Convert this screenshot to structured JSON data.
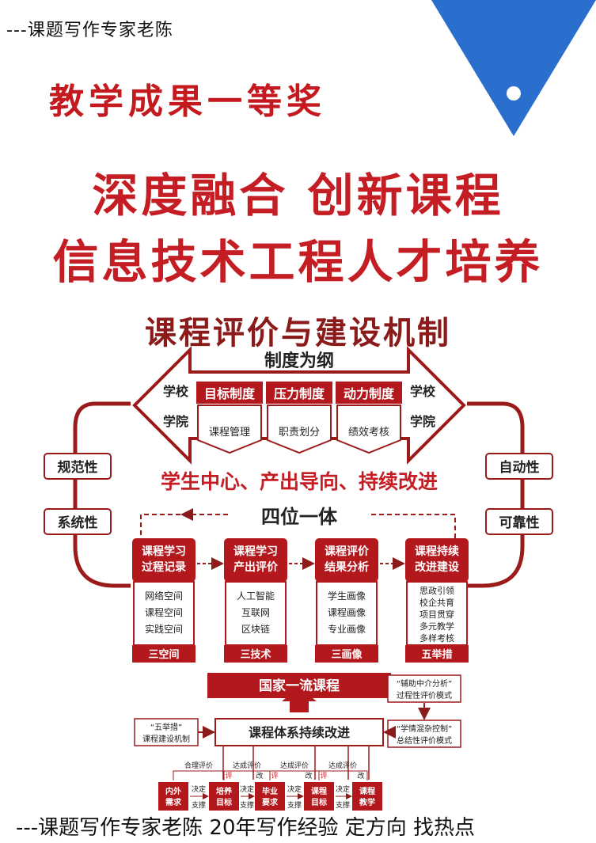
{
  "header_note": "---课题写作专家老陈",
  "award": "教学成果一等奖",
  "headline": [
    "深度融合 创新课程",
    "信息技术工程人才培养"
  ],
  "diagram": {
    "title": "课程评价与建设机制",
    "arrow_title": "制度为纲",
    "left_labels": [
      "学校",
      "学院"
    ],
    "right_labels": [
      "学校",
      "学院"
    ],
    "top_boxes": [
      "目标制度",
      "压力制度",
      "动力制度"
    ],
    "bottom_boxes": [
      "课程管理",
      "职责划分",
      "绩效考核"
    ],
    "side_left": [
      "规范性",
      "系统性"
    ],
    "side_right": [
      "自动性",
      "可靠性"
    ],
    "principle": "学生中心、产出导向、持续改进",
    "integration": "四位一体",
    "columns": [
      {
        "title": [
          "课程学习",
          "过程记录"
        ],
        "items": [
          "网络空间",
          "课程空间",
          "实践空间"
        ],
        "footer": "三空间"
      },
      {
        "title": [
          "课程学习",
          "产出评价"
        ],
        "items": [
          "人工智能",
          "互联网",
          "区块链"
        ],
        "footer": "三技术"
      },
      {
        "title": [
          "课程评价",
          "结果分析"
        ],
        "items": [
          "学生画像",
          "课程画像",
          "专业画像"
        ],
        "footer": "三画像"
      },
      {
        "title": [
          "课程持续",
          "改进建设"
        ],
        "items": [
          "思政引领",
          "校企共育",
          "项目贯穿",
          "多元教学",
          "多样考核"
        ],
        "footer": "五举措"
      }
    ],
    "national": "国家一流课程",
    "continuous": "课程体系持续改进",
    "left_note": [
      "“五举措”",
      "课程建设机制"
    ],
    "right_note_top": [
      "“辅助中介分析”",
      "过程性评价模式"
    ],
    "right_note_bottom": [
      "“学情混杂控制”",
      "总结性评价模式"
    ],
    "flow_nodes": [
      [
        "内外",
        "需求"
      ],
      [
        "培养",
        "目标"
      ],
      [
        "毕业",
        "要求"
      ],
      [
        "课程",
        "目标"
      ],
      [
        "课程",
        "教学"
      ]
    ],
    "flow_top_labels": [
      "合理评价",
      "达成评价",
      "达成评价",
      "达成评价"
    ],
    "flow_mid_labels": [
      "决定",
      "决定",
      "决定",
      "决定"
    ],
    "flow_bottom_labels": [
      "支撑",
      "支撑",
      "支撑",
      "支撑"
    ],
    "eval_tag": "评",
    "change_tag": "改"
  },
  "footer_note": "---课题写作专家老陈  20年写作经验 定方向 找热点",
  "colors": {
    "red": "#c41e24",
    "dark_red": "#8b1a1a",
    "blue": "#2a6fce"
  }
}
